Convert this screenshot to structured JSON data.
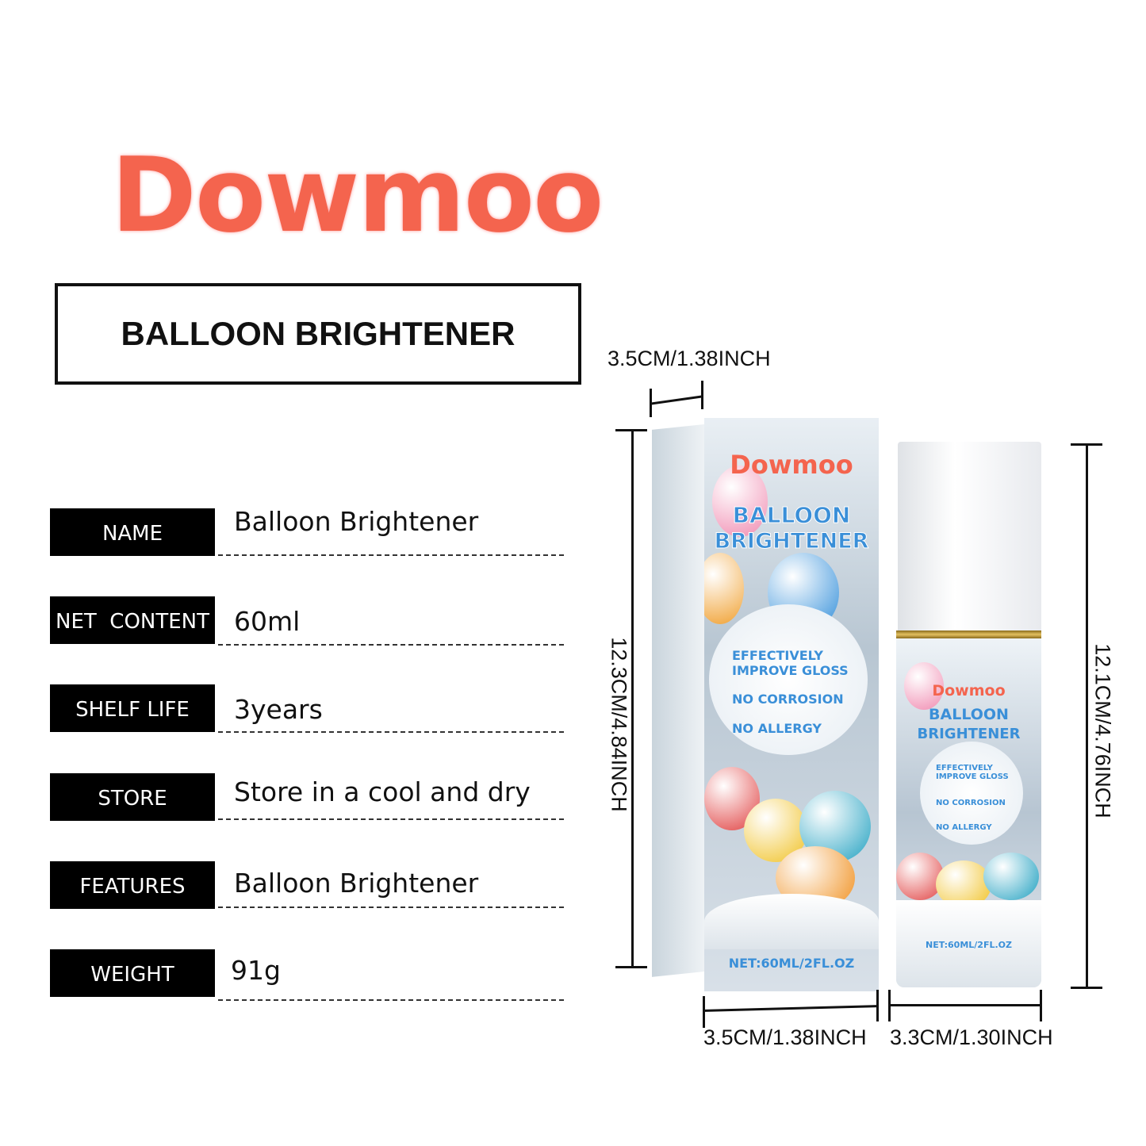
{
  "brand": "Dowmoo",
  "title": "BALLOON BRIGHTENER",
  "specs": [
    {
      "label": "NAME",
      "value": "Balloon Brightener"
    },
    {
      "label": "NET  CONTENT",
      "value": "60ml"
    },
    {
      "label": "SHELF LIFE",
      "value": "3years"
    },
    {
      "label": "STORE",
      "value": "Store in a cool and dry"
    },
    {
      "label": "FEATURES",
      "value": "Balloon Brightener"
    },
    {
      "label": "WEIGHT",
      "value": "91g"
    }
  ],
  "dimensions": {
    "box_depth": "3.5CM/1.38INCH",
    "box_height": "12.3CM/4.84INCH",
    "box_width": "3.5CM/1.38INCH",
    "bottle_width": "3.3CM/1.30INCH",
    "bottle_height": "12.1CM/4.76INCH"
  },
  "package": {
    "brand": "Dowmoo",
    "line1": "BALLOON",
    "line2": "BRIGHTENER",
    "features": [
      "EFFECTIVELY IMPROVE GLOSS",
      "NO CORROSION",
      "NO ALLERGY"
    ],
    "net": "NET:60ML/2FL.OZ"
  },
  "colors": {
    "brand": "#f4644e",
    "package_text": "#3a8fd8"
  }
}
